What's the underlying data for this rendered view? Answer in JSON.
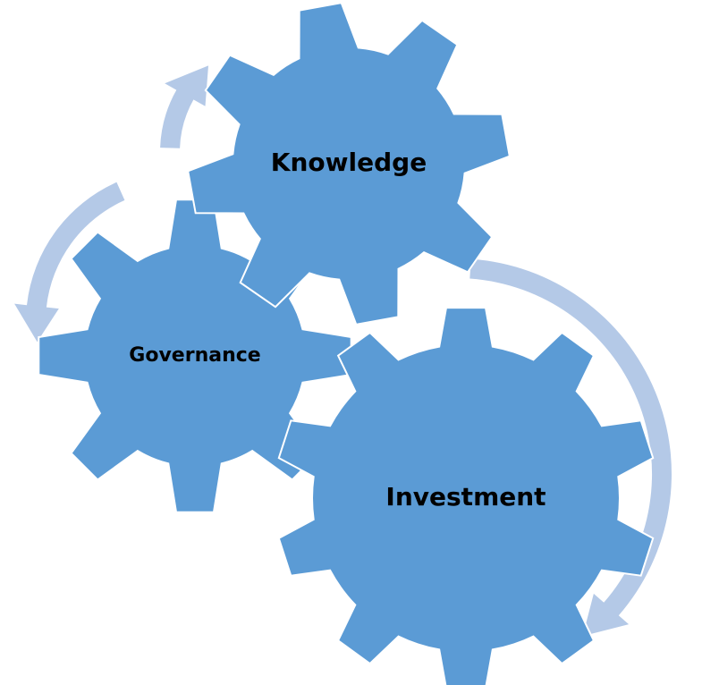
{
  "colors": {
    "gear": "#5b9bd5",
    "arrow": "#b4c9e7",
    "label": "#000000",
    "background": "#ffffff"
  },
  "gears": {
    "knowledge": {
      "label": "Knowledge"
    },
    "governance": {
      "label": "Governance"
    },
    "investment": {
      "label": "Investment"
    }
  },
  "arrows": {
    "top": {
      "icon": "curved-arrow-icon",
      "direction": "counterclockwise"
    },
    "left": {
      "icon": "curved-arrow-icon",
      "direction": "counterclockwise"
    },
    "right": {
      "icon": "curved-arrow-icon",
      "direction": "clockwise"
    }
  }
}
